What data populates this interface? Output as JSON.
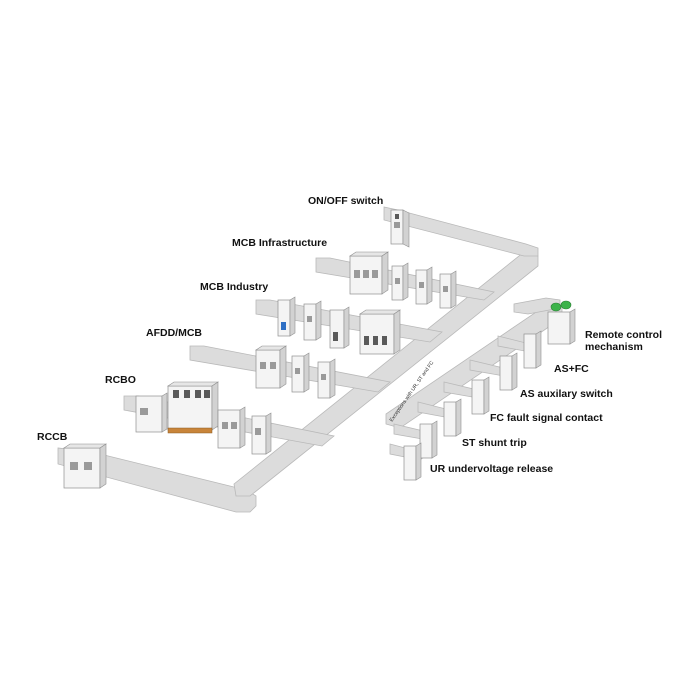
{
  "labels": {
    "on_off_switch": "ON/OFF switch",
    "mcb_infrastructure": "MCB Infrastructure",
    "mcb_industry": "MCB Industry",
    "afdd_mcb": "AFDD/MCB",
    "rcbo": "RCBO",
    "rccb": "RCCB",
    "remote_control_line1": "Remote control",
    "remote_control_line2": "mechanism",
    "as_fc": "AS+FC",
    "as_auxiliary_switch": "AS auxilary switch",
    "fc_fault_signal_contact": "FC fault signal contact",
    "st_shunt_trip": "ST shunt trip",
    "ur_undervoltage_release": "UR undervoltage release",
    "exceptions_note": "Exceptions with UR, ST and FC"
  },
  "colors": {
    "rail": "#dcdcdc",
    "device": "#f4f4f4",
    "accent_green": "#3cb34a",
    "busbar": "#c8843a"
  }
}
